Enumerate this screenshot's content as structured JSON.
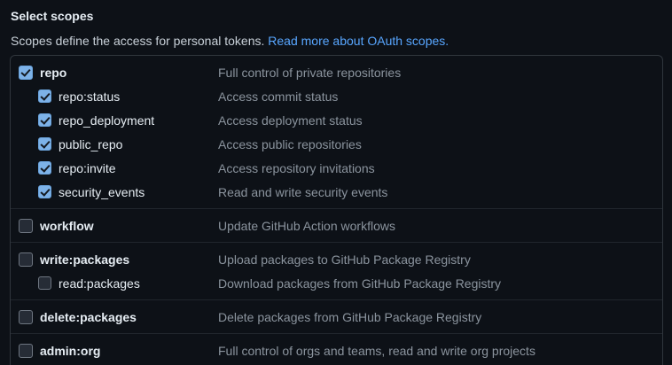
{
  "page": {
    "title": "Select scopes",
    "intro_text": "Scopes define the access for personal tokens. ",
    "link_text": "Read more about OAuth scopes."
  },
  "colors": {
    "background": "#0d1117",
    "box_border": "#30363d",
    "section_divider": "#21262d",
    "heading_text": "#e6edf3",
    "body_text": "#c9d1d9",
    "muted_text": "#8b949e",
    "link": "#58a6ff",
    "checkbox_checked_fill": "#7db2e8",
    "checkbox_unchecked_border": "#6e7681"
  },
  "scopes": [
    {
      "name": "repo",
      "description": "Full control of private repositories",
      "checked": true,
      "children": [
        {
          "name": "repo:status",
          "description": "Access commit status",
          "checked": true
        },
        {
          "name": "repo_deployment",
          "description": "Access deployment status",
          "checked": true
        },
        {
          "name": "public_repo",
          "description": "Access public repositories",
          "checked": true
        },
        {
          "name": "repo:invite",
          "description": "Access repository invitations",
          "checked": true
        },
        {
          "name": "security_events",
          "description": "Read and write security events",
          "checked": true
        }
      ]
    },
    {
      "name": "workflow",
      "description": "Update GitHub Action workflows",
      "checked": false,
      "children": []
    },
    {
      "name": "write:packages",
      "description": "Upload packages to GitHub Package Registry",
      "checked": false,
      "children": [
        {
          "name": "read:packages",
          "description": "Download packages from GitHub Package Registry",
          "checked": false
        }
      ]
    },
    {
      "name": "delete:packages",
      "description": "Delete packages from GitHub Package Registry",
      "checked": false,
      "children": []
    },
    {
      "name": "admin:org",
      "description": "Full control of orgs and teams, read and write org projects",
      "checked": false,
      "children": []
    }
  ]
}
